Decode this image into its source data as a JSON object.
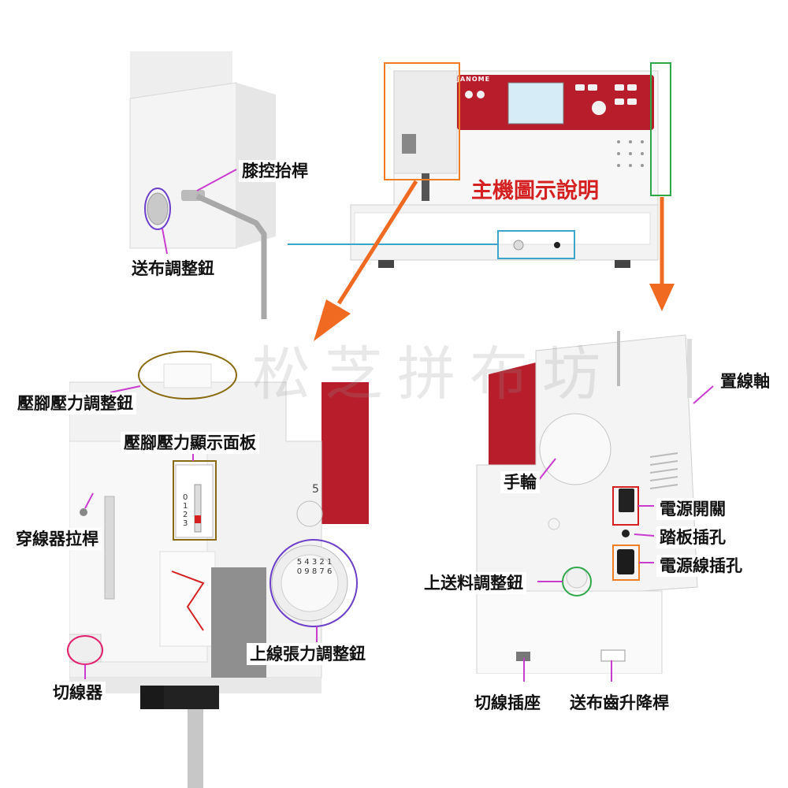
{
  "title": "主機圖示說明",
  "brand": "JANOME",
  "watermark": "松芝拼布坊",
  "colors": {
    "title_red": "#d42020",
    "arrow_orange": "#f06a22",
    "leader_purple": "#c93cd0",
    "highlight_orange": "#ef7d23",
    "highlight_green": "#2fa84a",
    "highlight_teal": "#3aa6c9",
    "highlight_purple": "#6b3fc9",
    "highlight_olive": "#8a6a10",
    "machine_red": "#b71d2b"
  },
  "labels": {
    "knee_lifter": "膝控抬桿",
    "feed_adjust_knob": "送布調整鈕",
    "presser_pressure_knob": "壓腳壓力調整鈕",
    "presser_pressure_panel": "壓腳壓力顯示面板",
    "threader_lever": "穿線器拉桿",
    "thread_tension_knob": "上線張力調整鈕",
    "thread_cutter": "切線器",
    "spool_pin": "置線軸",
    "handwheel": "手輪",
    "power_switch": "電源開關",
    "foot_pedal_jack": "踏板插孔",
    "power_cord_socket": "電源線插孔",
    "upper_feed_knob": "上送料調整鈕",
    "cutter_socket": "切線插座",
    "feed_dog_lever": "送布齒升降桿"
  },
  "dial": {
    "tension_numbers": [
      "5",
      "4",
      "3",
      "2",
      "1",
      "0",
      "9",
      "8",
      "7",
      "6"
    ],
    "pressure_scale": [
      "0",
      "1",
      "2",
      "3"
    ],
    "top_dial_number": "5"
  },
  "icons": [
    "arrow-down-left-icon",
    "arrow-down-icon"
  ]
}
